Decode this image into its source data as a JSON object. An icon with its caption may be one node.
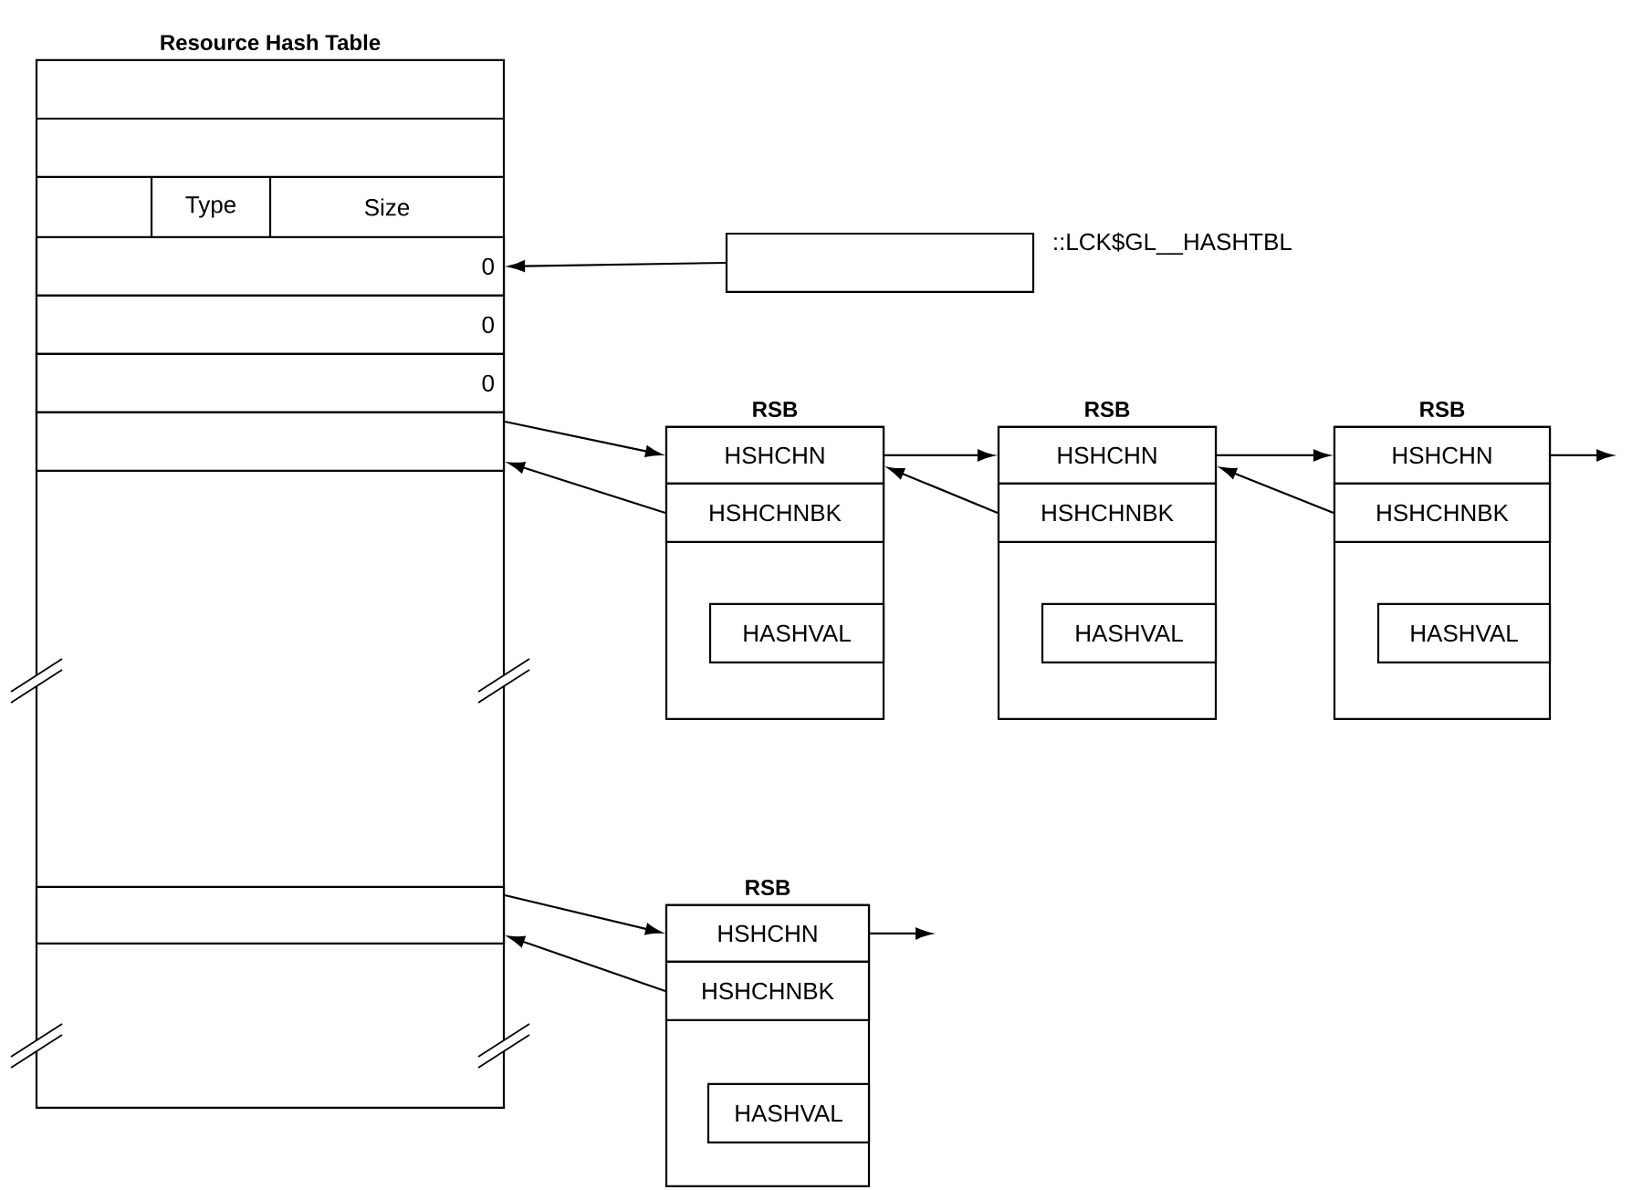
{
  "diagram": {
    "nodes": [
      {
        "text": [
          "Resource Hash Table"
        ]
      },
      {
        "text": [
          "Type"
        ],
        "in": 0
      },
      {
        "text": [
          "Size"
        ],
        "in": 0
      },
      {
        "text": [
          "0"
        ],
        "in": 0
      },
      {
        "text": [
          "0"
        ],
        "in": 0
      },
      {
        "text": [
          "0"
        ],
        "in": 0
      },
      {
        "text": [],
        "shape": "box",
        "in": 0
      },
      {
        "text": [],
        "shape": "box",
        "in": 0
      },
      {
        "text": [],
        "shape": "box",
        "beside": [
          "::LCK$GL__HASHTBL"
        ]
      },
      {
        "text": [
          "RSB"
        ]
      },
      {
        "text": [
          "HSHCHN"
        ],
        "in": 9
      },
      {
        "text": [
          "HSHCHNBK"
        ],
        "in": 9
      },
      {
        "text": [
          "HASHVAL"
        ],
        "in": 9
      },
      {
        "text": [
          "RSB"
        ]
      },
      {
        "text": [
          "HSHCHN"
        ],
        "in": 13
      },
      {
        "text": [
          "HSHCHNBK"
        ],
        "in": 13
      },
      {
        "text": [
          "HASHVAL"
        ],
        "in": 13
      },
      {
        "text": [
          "RSB"
        ]
      },
      {
        "text": [
          "HSHCHN"
        ],
        "in": 17
      },
      {
        "text": [
          "HSHCHNBK"
        ],
        "in": 17
      },
      {
        "text": [
          "HASHVAL"
        ],
        "in": 17
      },
      {
        "text": [
          "RSB"
        ]
      },
      {
        "text": [
          "HSHCHN"
        ],
        "in": 21
      },
      {
        "text": [
          "HSHCHNBK"
        ],
        "in": 21
      },
      {
        "text": [
          "HASHVAL"
        ],
        "in": 21
      }
    ],
    "edges": [
      {
        "from": 8,
        "to": 3,
        "arrow": "to"
      },
      {
        "from": 6,
        "to": 10,
        "arrow": "to"
      },
      {
        "from": 11,
        "to": 6,
        "arrow": "to"
      },
      {
        "from": 10,
        "to": 14,
        "arrow": "to"
      },
      {
        "from": 15,
        "to": 10,
        "arrow": "to"
      },
      {
        "from": 14,
        "to": 18,
        "arrow": "to"
      },
      {
        "from": 19,
        "to": 14,
        "arrow": "to"
      },
      {
        "from": 18,
        "to": null,
        "arrow": "to"
      },
      {
        "from": 7,
        "to": 22,
        "arrow": "to"
      },
      {
        "from": 23,
        "to": 7,
        "arrow": "to"
      },
      {
        "from": 22,
        "to": null,
        "arrow": "to"
      }
    ]
  }
}
